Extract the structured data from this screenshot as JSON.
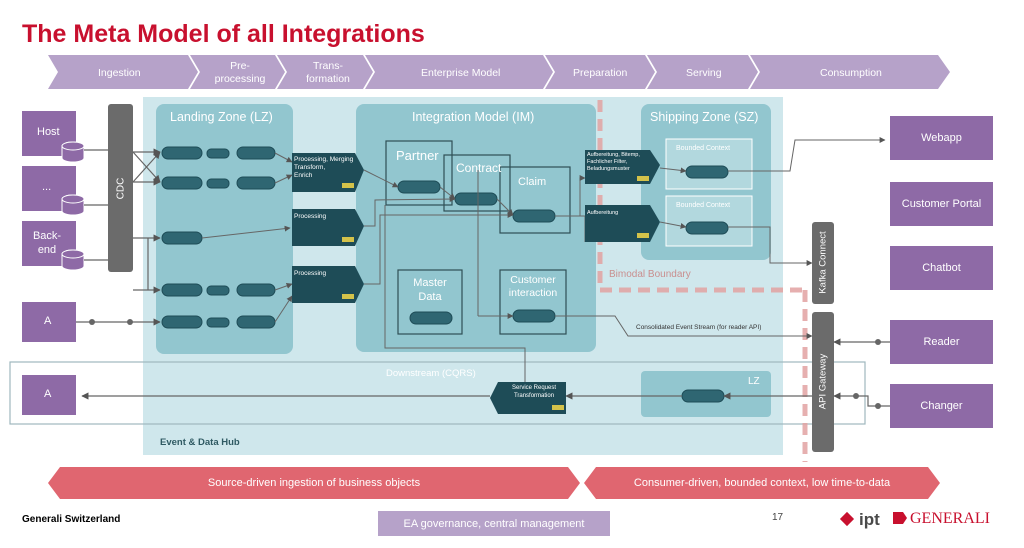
{
  "title": "The Meta Model of all Integrations",
  "phases": [
    "Ingestion",
    "Pre-\nprocessing",
    "Trans-\nformation",
    "Enterprise Model",
    "Preparation",
    "Serving",
    "Consumption"
  ],
  "sources": [
    "Host",
    "...",
    "Back-\nend"
  ],
  "cdc": "CDC",
  "left_a_top": "A",
  "left_a_bottom": "A",
  "zones": {
    "landing": "Landing Zone (LZ)",
    "integration": "Integration Model (IM)",
    "shipping": "Shipping Zone (SZ)",
    "downstream": "Downstream (CQRS)",
    "lz_small": "LZ",
    "hub": "Event & Data Hub"
  },
  "entities": {
    "partner": "Partner",
    "contract": "Contract",
    "claim": "Claim",
    "master": "Master\nData",
    "customer": "Customer\ninteraction"
  },
  "processing": {
    "p1": "Processing, Merging\nTransform,\nEnrich",
    "p2": "Processing",
    "p3": "Processing",
    "prep1": "Aufbereitung, Bitemp,\nFachlicher Filter,\nBeladungsmuster",
    "prep2": "Aufbereitung",
    "service": "Service Request\nTransformation"
  },
  "bounded_context": "Bounded Context",
  "bimodal": "Bimodal Boundary",
  "kafka": "Kafka Connect",
  "gateway": "API Gateway",
  "consolidated": "Consolidated Event Stream (for reader API)",
  "consumers": [
    "Webapp",
    "Customer Portal",
    "Chatbot",
    "Reader",
    "Changer"
  ],
  "bottom_left_bar": "Source-driven ingestion of business objects",
  "bottom_right_bar": "Consumer-driven, bounded context, low time-to-data",
  "governance": "EA governance, central management",
  "footer_left": "Generali Switzerland",
  "page_number": "17",
  "logo_ipt": "ipt",
  "logo_generali": "GENERALI",
  "colors": {
    "title": "#c8102e",
    "phase": "#b6a2c9",
    "purple_box": "#8e6aa6",
    "hub": "#cfe7ec",
    "zone": "#92c6cf",
    "dark_teal": "#1e4c57",
    "bar_red": "#e06670",
    "bimodal": "#e2a2a2"
  }
}
